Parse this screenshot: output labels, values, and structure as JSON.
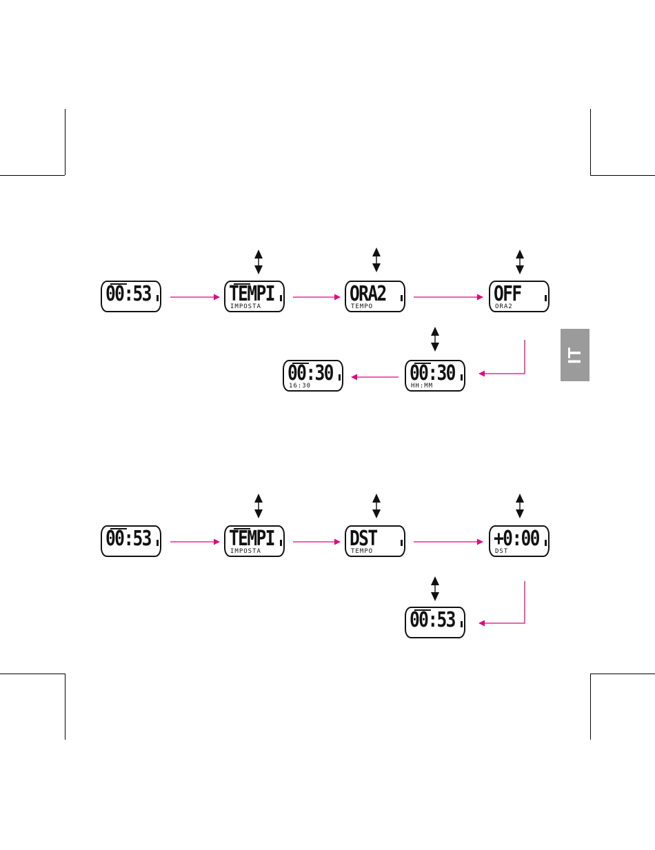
{
  "tab": {
    "label": "IT"
  },
  "colors": {
    "arrow": "#e6007e",
    "tab_bg": "#9b9b9b",
    "ink": "#111111"
  },
  "icons": {
    "up_down": "up-down-arrow-icon"
  },
  "row1": {
    "s1": {
      "main": "00:53",
      "sub": ""
    },
    "s2": {
      "main": "TEMPI",
      "sub": "IMPOSTA"
    },
    "s3": {
      "main": "ORA2",
      "sub": "TEMPO"
    },
    "s4": {
      "main": "OFF",
      "sub": "ORA2"
    },
    "s5": {
      "main": "00:30",
      "sub": "HH:MM"
    },
    "s6": {
      "main": "00:30",
      "sub": "16:30"
    }
  },
  "row2": {
    "s1": {
      "main": "00:53",
      "sub": ""
    },
    "s2": {
      "main": "TEMPI",
      "sub": "IMPOSTA"
    },
    "s3": {
      "main": "DST",
      "sub": "TEMPO"
    },
    "s4": {
      "main": "+0:00",
      "sub": "DST"
    },
    "s5": {
      "main": "00:53",
      "sub": ""
    }
  }
}
